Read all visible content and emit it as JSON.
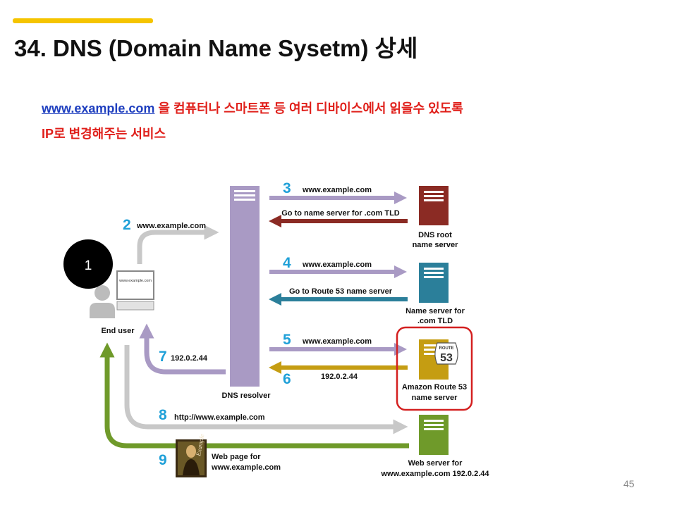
{
  "slide": {
    "title": "34. DNS (Domain Name Sysetm) 상세",
    "page_number": "45",
    "accent_color": "#f5c400"
  },
  "description": {
    "link_text": "www.example.com",
    "line1_rest": " 을 컴퓨터나 스마트폰 등 여러 디바이스에서 읽을수 있도록",
    "line2": "IP로 변경해주는 서비스"
  },
  "diagram": {
    "user": {
      "step": "1",
      "label": "End user",
      "monitor_text": "www.example.com"
    },
    "resolver": {
      "label": "DNS resolver"
    },
    "root_server": {
      "label_line1": "DNS root",
      "label_line2": "name server",
      "color": "#8b2b24"
    },
    "tld_server": {
      "label_line1": "Name server for",
      "label_line2": ".com TLD",
      "color": "#2b7f9a"
    },
    "route53_server": {
      "label_line1": "Amazon Route 53",
      "label_line2": "name server",
      "badge_top": "ROUTE",
      "badge_num": "53",
      "color": "#c59d12"
    },
    "web_server": {
      "label_line1": "Web server for",
      "label_line2": "www.example.com 192.0.2.44",
      "color": "#6f9a2a"
    },
    "web_page": {
      "label_line1": "Web page for",
      "label_line2": "www.example.com"
    },
    "steps": [
      {
        "num": "2",
        "text": "www.example.com"
      },
      {
        "num": "3",
        "text": "www.example.com"
      },
      {
        "num": "",
        "text": "Go to name server for .com TLD"
      },
      {
        "num": "4",
        "text": "www.example.com"
      },
      {
        "num": "",
        "text": "Go to Route 53 name server"
      },
      {
        "num": "5",
        "text": "www.example.com"
      },
      {
        "num": "6",
        "text": "192.0.2.44"
      },
      {
        "num": "7",
        "text": "192.0.2.44"
      },
      {
        "num": "8",
        "text": "http://www.example.com"
      },
      {
        "num": "9",
        "text": ""
      }
    ]
  }
}
